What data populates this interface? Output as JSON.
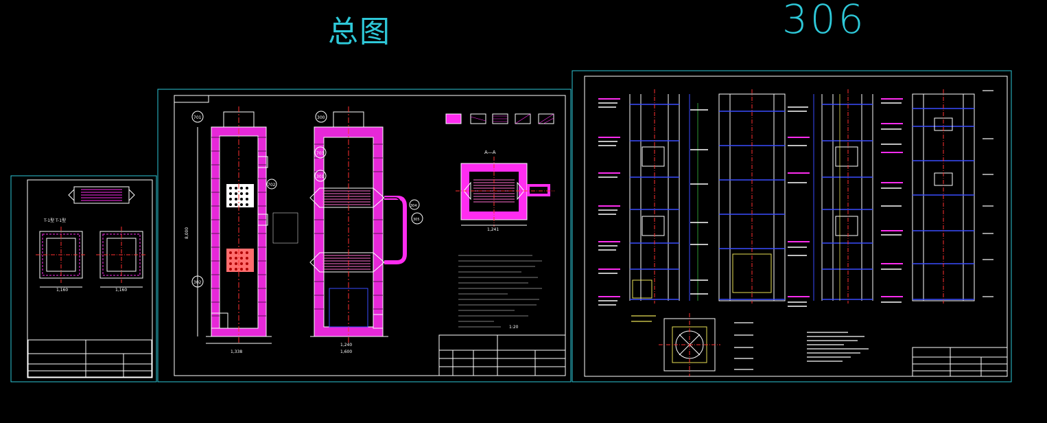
{
  "drawing": {
    "title_cn": "总图",
    "sheet_number": "306"
  },
  "labels": {
    "section_aa": "A—A",
    "dim_1160": "1,160",
    "dim_1241": "1,241",
    "dim_1240": "1,240",
    "dim_1338": "1,338",
    "dim_1600": "1,600",
    "dim_height": "8,000",
    "balloon_701": "701",
    "balloon_702": "702",
    "balloon_302": "302",
    "balloon_301": "301",
    "balloon_300": "300",
    "balloon_703": "703",
    "balloon_304": "304",
    "balloon_305": "305",
    "scale_1": "1:20",
    "left_model": "T-1型 T-1型"
  },
  "colors": {
    "frame": "#2ec8d8",
    "refractory": "#ff2cf0",
    "structure": "#ffffff",
    "blue": "#3a4dff",
    "yellow": "#e8e055",
    "red": "#ff3030",
    "green": "#4aff58"
  }
}
